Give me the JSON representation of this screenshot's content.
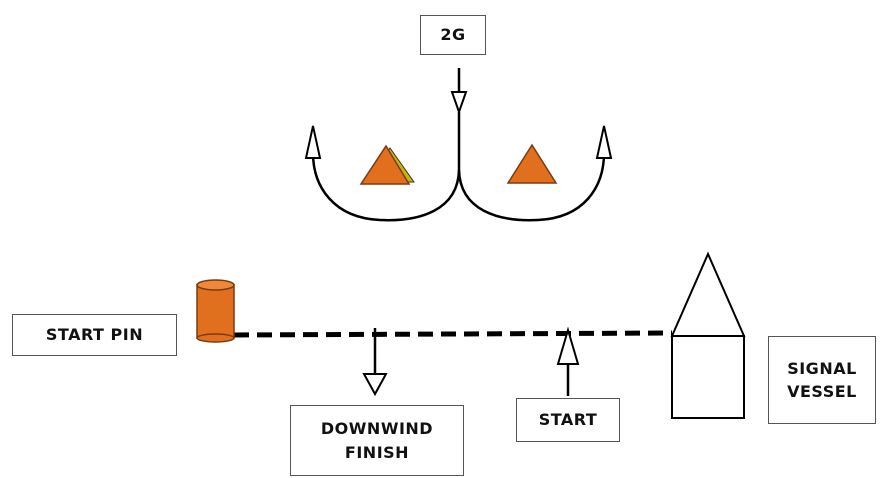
{
  "labels": {
    "mark": "2G",
    "start_pin": "START PIN",
    "downwind_finish": [
      "DOWNWIND",
      "FINISH"
    ],
    "start": "START",
    "signal_vessel": [
      "SIGNAL",
      "VESSEL"
    ]
  },
  "colors": {
    "buoy": "#e1701e",
    "buoy_edge": "#7a3a10",
    "buoy_shadow": "#c9b400",
    "line": "#000000",
    "box_border": "#555555"
  }
}
